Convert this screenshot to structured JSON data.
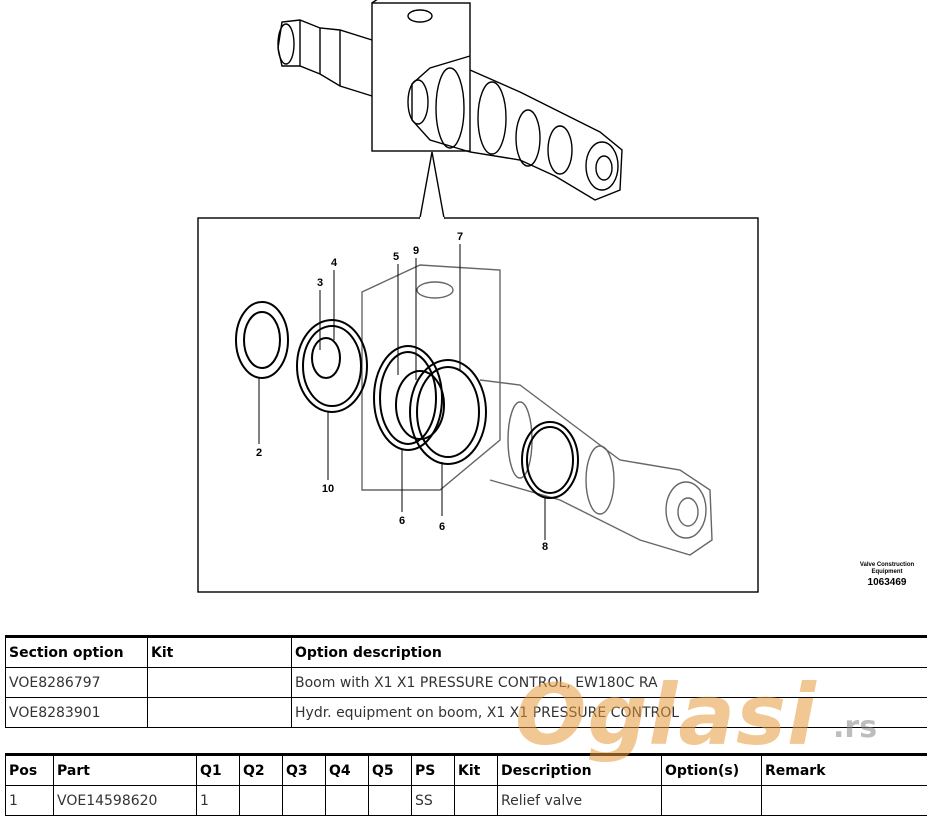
{
  "drawing": {
    "callouts": [
      "2",
      "3",
      "4",
      "5",
      "6",
      "6",
      "7",
      "8",
      "9",
      "10"
    ],
    "reference_label": "Valve Construction Equipment",
    "reference_number": "1063469"
  },
  "section_table": {
    "headers": [
      "Section option",
      "Kit",
      "Option description"
    ],
    "rows": [
      [
        "VOE8286797",
        "",
        "Boom with X1 X1 PRESSURE CONTROL, EW180C RA"
      ],
      [
        "VOE8283901",
        "",
        "Hydr. equipment on boom, X1 X1 PRESSURE CONTROL"
      ]
    ]
  },
  "parts_table": {
    "headers": [
      "Pos",
      "Part",
      "Q1",
      "Q2",
      "Q3",
      "Q4",
      "Q5",
      "PS",
      "Kit",
      "Description",
      "Option(s)",
      "Remark"
    ],
    "rows": [
      [
        "1",
        "VOE14598620",
        "1",
        "",
        "",
        "",
        "",
        "SS",
        "",
        "Relief valve",
        "",
        ""
      ]
    ]
  },
  "watermark": {
    "text": "Oglasi",
    "suffix": ".rs",
    "color": "#e79a3c"
  }
}
